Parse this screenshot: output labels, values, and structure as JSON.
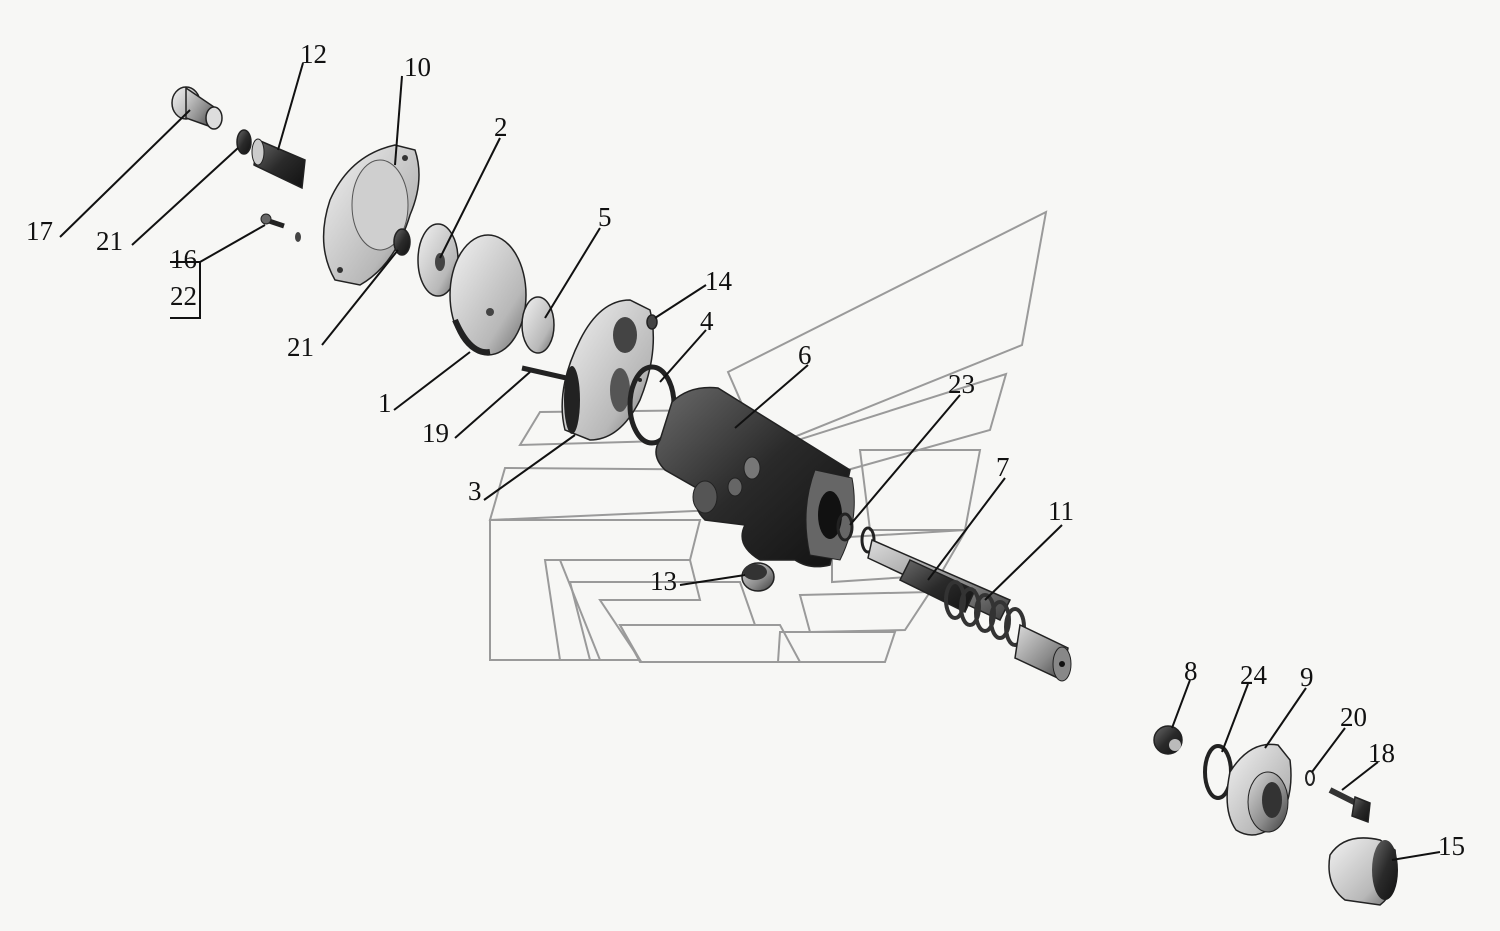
{
  "diagram": {
    "callouts": [
      {
        "id": "c17",
        "label": "17"
      },
      {
        "id": "c21a",
        "label": "21"
      },
      {
        "id": "c12",
        "label": "12"
      },
      {
        "id": "c10",
        "label": "10"
      },
      {
        "id": "c16",
        "label": "16"
      },
      {
        "id": "c22",
        "label": "22"
      },
      {
        "id": "c21b",
        "label": "21"
      },
      {
        "id": "c2",
        "label": "2"
      },
      {
        "id": "c5",
        "label": "5"
      },
      {
        "id": "c14",
        "label": "14"
      },
      {
        "id": "c4",
        "label": "4"
      },
      {
        "id": "c1",
        "label": "1"
      },
      {
        "id": "c19",
        "label": "19"
      },
      {
        "id": "c3",
        "label": "3"
      },
      {
        "id": "c6",
        "label": "6"
      },
      {
        "id": "c23",
        "label": "23"
      },
      {
        "id": "c7",
        "label": "7"
      },
      {
        "id": "c11",
        "label": "11"
      },
      {
        "id": "c13",
        "label": "13"
      },
      {
        "id": "c8",
        "label": "8"
      },
      {
        "id": "c24",
        "label": "24"
      },
      {
        "id": "c9",
        "label": "9"
      },
      {
        "id": "c20",
        "label": "20"
      },
      {
        "id": "c18",
        "label": "18"
      },
      {
        "id": "c15",
        "label": "15"
      }
    ]
  }
}
